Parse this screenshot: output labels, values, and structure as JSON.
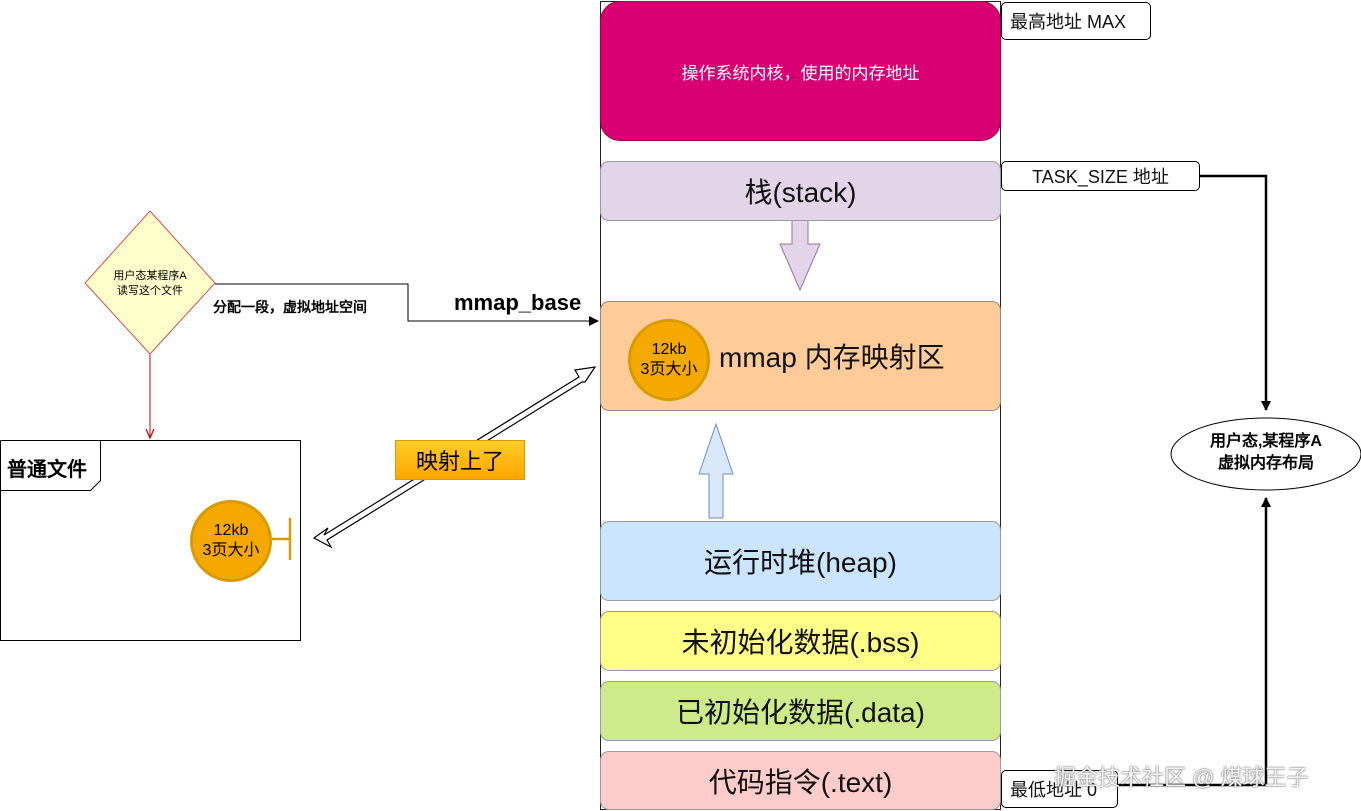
{
  "memory_layout": {
    "kernel": "操作系统内核，使用的内存地址",
    "stack": "栈(stack)",
    "mmap": "mmap 内存映射区",
    "heap": "运行时堆(heap)",
    "bss": "未初始化数据(.bss)",
    "data": "已初始化数据(.data)",
    "text": "代码指令(.text)"
  },
  "address_labels": {
    "max": "最高地址 MAX",
    "task_size": "TASK_SIZE 地址",
    "min": "最低地址 0"
  },
  "mmap_base": "mmap_base",
  "program": {
    "diamond_line1": "用户态某程序A",
    "diamond_line2": "读写这个文件",
    "allocate_label": "分配一段，虚拟地址空间"
  },
  "file": {
    "title": "普通文件"
  },
  "page_chunk": {
    "size": "12kb",
    "pages": "3页大小"
  },
  "mapped_label": "映射上了",
  "layout_ellipse": {
    "line1": "用户态,某程序A",
    "line2": "虚拟内存布局"
  },
  "watermark": "掘金技术社区 @ 煤球王子",
  "colors": {
    "kernel": "#d80073",
    "stack": "#e1d5e7",
    "mmap": "#ffcc99",
    "heap": "#cce5ff",
    "bss": "#ffff88",
    "data": "#cdeb8b",
    "text": "#ffcccc",
    "chunk": "#f5a800",
    "mapped_label": "#ffb300"
  }
}
